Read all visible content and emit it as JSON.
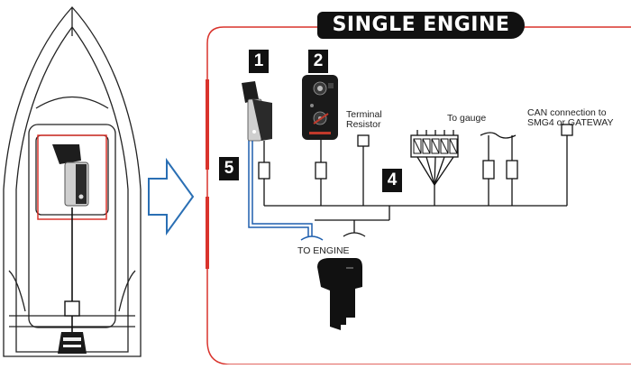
{
  "title": "SINGLE ENGINE",
  "callouts": [
    "1",
    "2",
    "4",
    "5"
  ],
  "labels": {
    "terminal_resistor": "Terminal\nResistor",
    "to_gauge": "To gauge",
    "can_connection": "CAN connection to\nSMG4 or GATEWAY",
    "to_engine": "TO ENGINE"
  },
  "colors": {
    "panel_border": "#d9332c",
    "highlight_box": "#d9332c",
    "wire_blue": "#1e5fae",
    "arrow_outline": "#2a6fb4"
  }
}
